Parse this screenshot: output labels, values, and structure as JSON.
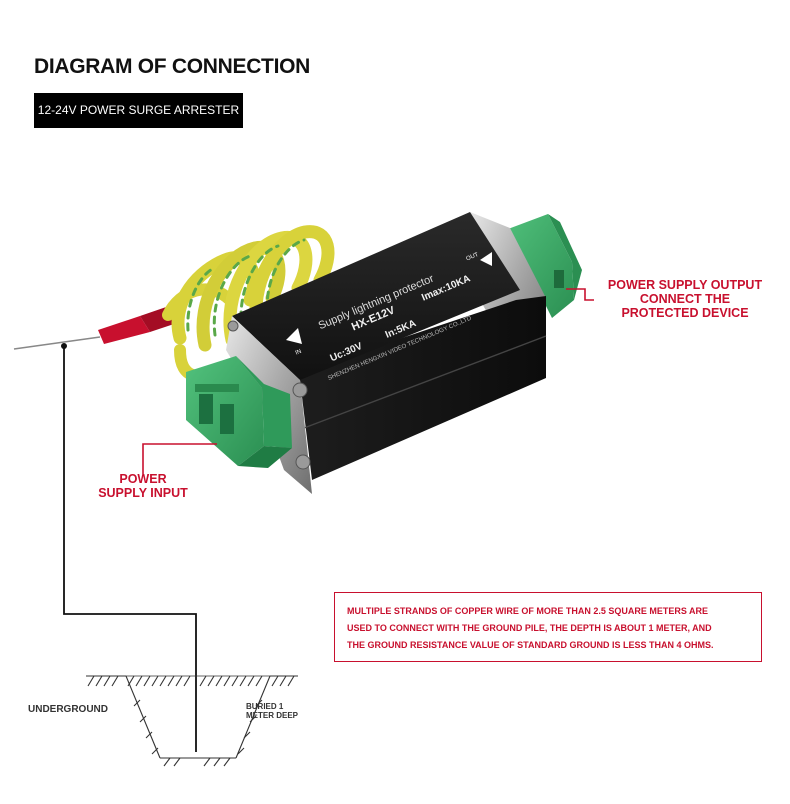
{
  "header": {
    "title": "DIAGRAM OF CONNECTION",
    "subtitle": "12-24V POWER SURGE ARRESTER"
  },
  "device": {
    "line1": "Supply lightning protector",
    "model": "HX-E12V",
    "imax": "Imax:10KA",
    "uc": "Uc:30V",
    "in": "In:5KA",
    "maker": "SHENZHEN HENGXIN VIDEO TECHNOLOGY CO.,LTD",
    "in_marker": "IN",
    "out_marker": "OUT"
  },
  "labels": {
    "output_line1": "POWER SUPPLY OUTPUT",
    "output_line2": "CONNECT THE",
    "output_line3": "PROTECTED DEVICE",
    "input_line1": "POWER",
    "input_line2": "SUPPLY INPUT",
    "underground": "UNDERGROUND",
    "buried_line1": "BURIED 1",
    "buried_line2": "METER DEEP"
  },
  "note": {
    "line1": "MULTIPLE STRANDS OF COPPER WIRE OF MORE THAN 2.5 SQUARE METERS ARE",
    "line2": "USED TO CONNECT WITH THE GROUND PILE, THE DEPTH IS ABOUT 1 METER, AND",
    "line3": "THE GROUND RESISTANCE VALUE OF STANDARD GROUND IS LESS THAN 4 OHMS."
  },
  "colors": {
    "callout_red": "#c8102e",
    "terminal_green": "#3fae6a",
    "housing_black": "#1a1a1a",
    "ground_wire_yellow": "#d8d23a",
    "ground_wire_green": "#5aa848"
  }
}
